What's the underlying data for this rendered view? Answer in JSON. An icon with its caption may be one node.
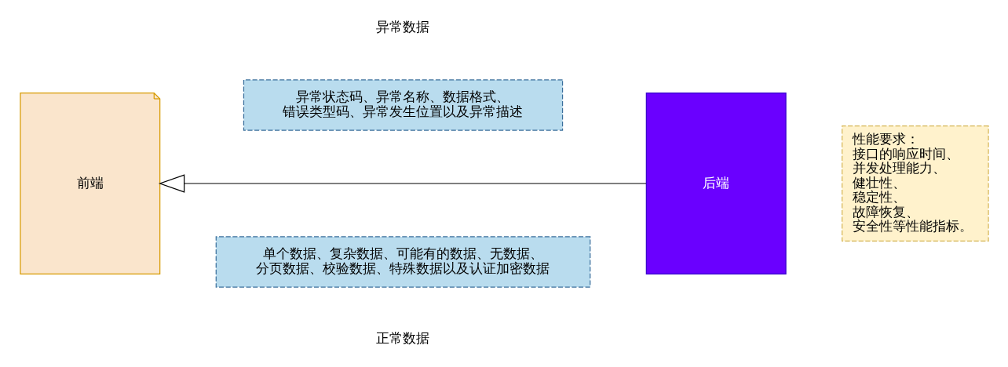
{
  "diagram": {
    "nodes": [
      {
        "text": [
          "前端"
        ]
      },
      {
        "text": [
          "后端"
        ]
      },
      {
        "text": [
          "单个数据、复杂数据、可能有的数据、无数据、分页数据、校验数据、特殊数据以及认证加密数据"
        ]
      },
      {
        "text": [
          "异常状态码、异常名称、数据格式、错误类型码、异常发生位置以及异常描述"
        ]
      },
      {
        "text": [
          "性能要求：",
          "接口的响应时间、并发处理能力、健壮性、稳定性、故障恢复、安全性等性能指标。"
        ]
      }
    ],
    "edges": [
      {
        "from": 1,
        "to": 0,
        "arrow": "to"
      }
    ],
    "labels": [
      "正常数据",
      "异常数据"
    ]
  }
}
